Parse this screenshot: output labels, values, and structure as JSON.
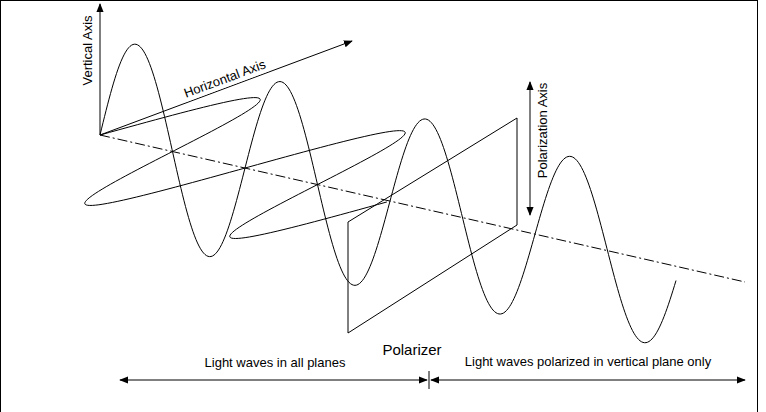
{
  "diagram": {
    "labels": [
      "Vertical Axis",
      "Horizontal Axis",
      "Polarization Axis",
      "Polarizer",
      "Light waves in all planes",
      "Light waves polarized in vertical plane only"
    ]
  }
}
